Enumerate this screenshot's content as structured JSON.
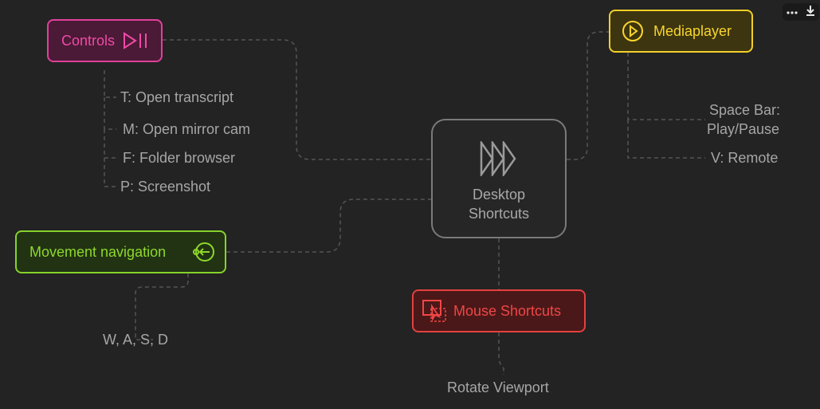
{
  "center": {
    "line1": "Desktop",
    "line2": "Shortcuts"
  },
  "nodes": {
    "controls": {
      "label": "Controls",
      "icon": "play-pause-icon",
      "color": "#f04aa6"
    },
    "mediaplayer": {
      "label": "Mediaplayer",
      "icon": "play-circle-icon",
      "color": "#f8d52c"
    },
    "movement": {
      "label": "Movement navigation",
      "icon": "move-left-icon",
      "color": "#8ed82a"
    },
    "mouse": {
      "label": "Mouse Shortcuts",
      "icon": "cursor-select-icon",
      "color": "#f04646"
    }
  },
  "controls_items": [
    "T: Open transcript",
    "M: Open mirror cam",
    "F: Folder browser",
    "P: Screenshot"
  ],
  "mediaplayer_items": {
    "space_line1": "Space Bar:",
    "space_line2": "Play/Pause",
    "remote": "V: Remote"
  },
  "movement_items": [
    "W, A, S, D"
  ],
  "mouse_items": [
    "Rotate Viewport"
  ],
  "toolbar": {
    "more_icon": "more-dots-icon",
    "download_icon": "download-icon"
  }
}
